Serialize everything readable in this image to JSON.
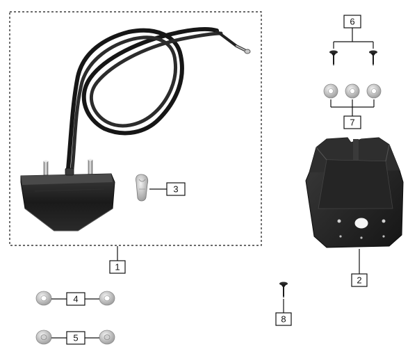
{
  "callouts": [
    {
      "id": "1",
      "label": "1"
    },
    {
      "id": "2",
      "label": "2"
    },
    {
      "id": "3",
      "label": "3"
    },
    {
      "id": "4",
      "label": "4"
    },
    {
      "id": "5",
      "label": "5"
    },
    {
      "id": "6",
      "label": "6"
    },
    {
      "id": "7",
      "label": "7"
    },
    {
      "id": "8",
      "label": "8"
    }
  ],
  "parts": [
    {
      "callout": "1",
      "name": "license-lamp-assembly-icon"
    },
    {
      "callout": "2",
      "name": "lamp-bracket-icon"
    },
    {
      "callout": "3",
      "name": "bulb-icon"
    },
    {
      "callout": "4",
      "name": "washer-pair-icon"
    },
    {
      "callout": "5",
      "name": "nut-pair-icon"
    },
    {
      "callout": "6",
      "name": "screw-pair-icon"
    },
    {
      "callout": "7",
      "name": "washer-set-icon"
    },
    {
      "callout": "8",
      "name": "screw-icon"
    }
  ],
  "colors": {
    "line": "#111111",
    "part_dark": "#1e1e1e",
    "part_mid": "#3a3a3a",
    "metal_light": "#d6d6d6",
    "metal_mid": "#a8a8a8",
    "background": "#ffffff"
  }
}
